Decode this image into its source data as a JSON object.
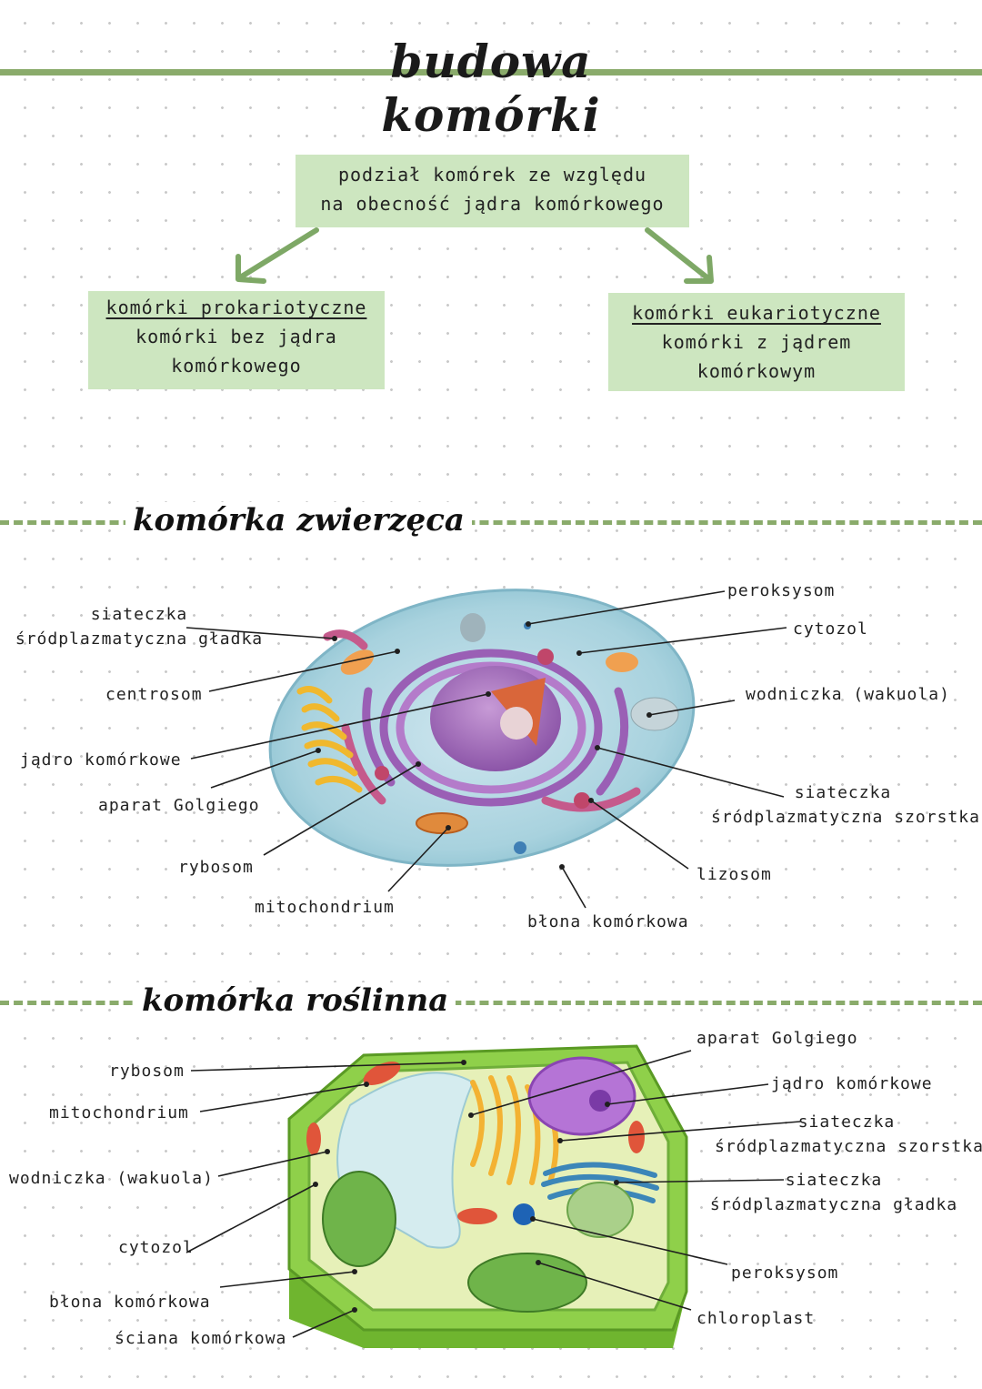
{
  "title": "budowa komórki",
  "division": {
    "line1": "podział komórek ze względu",
    "line2": "na obecność jądra komórkowego"
  },
  "prokaryotic": {
    "heading": "komórki prokariotyczne",
    "line1": "komórki bez jądra",
    "line2": "komórkowego"
  },
  "eukaryotic": {
    "heading": "komórki eukariotyczne",
    "line1": "komórki z jądrem",
    "line2": "komórkowym"
  },
  "animal": {
    "heading": "komórka zwierzęca",
    "labels": {
      "smooth_er_1": "siateczka",
      "smooth_er_2": "śródplazmatyczna gładka",
      "centrosome": "centrosom",
      "nucleus": "jądro komórkowe",
      "golgi": "aparat Golgiego",
      "ribosome": "rybosom",
      "mitochondrion": "mitochondrium",
      "peroxisome": "peroksysom",
      "cytosol": "cytozol",
      "vacuole": "wodniczka (wakuola)",
      "rough_er_1": "siateczka",
      "rough_er_2": "śródplazmatyczna szorstka",
      "lysosome": "lizosom",
      "membrane": "błona komórkowa"
    }
  },
  "plant": {
    "heading": "komórka roślinna",
    "labels": {
      "ribosome": "rybosom",
      "mitochondrion": "mitochondrium",
      "vacuole": "wodniczka (wakuola)",
      "cytosol": "cytozol",
      "membrane": "błona komórkowa",
      "wall": "ściana komórkowa",
      "golgi": "aparat Golgiego",
      "nucleus": "jądro komórkowe",
      "rough_er_1": "siateczka",
      "rough_er_2": "śródplazmatyczna szorstka",
      "smooth_er_1": "siateczka",
      "smooth_er_2": "śródplazmatyczna gładka",
      "peroxisome": "peroksysom",
      "chloroplast": "chloroplast"
    }
  },
  "colors": {
    "accent_green": "#8aab6b",
    "box_fill": "#cde6c0",
    "arrow": "#7ea866"
  }
}
